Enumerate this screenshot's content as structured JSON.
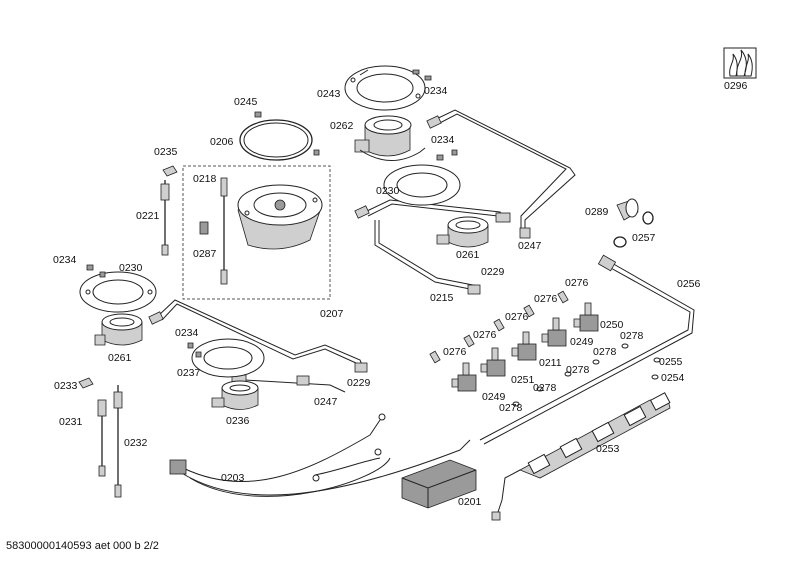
{
  "footer_text": "58300000140593 aet 000 b 2/2",
  "part_labels": {
    "p0296": "0296",
    "p0243": "0243",
    "p0234a": "0234",
    "p0245": "0245",
    "p0262": "0262",
    "p0234b": "0234",
    "p0206": "0206",
    "p0235": "0235",
    "p0218": "0218",
    "p0230a": "0230",
    "p0289": "0289",
    "p0221": "0221",
    "p0257": "0257",
    "p0247a": "0247",
    "p0287": "0287",
    "p0261a": "0261",
    "p0234c": "0234",
    "p0230b": "0230",
    "p0229a": "0229",
    "p0256": "0256",
    "p0276a": "0276",
    "p0215": "0215",
    "p0276b": "0276",
    "p0207": "0207",
    "p0276c": "0276",
    "p0250": "0250",
    "p0234d": "0234",
    "p0276d": "0276",
    "p0278a": "0278",
    "p0261b": "0261",
    "p0249a": "0249",
    "p0278b": "0278",
    "p0276e": "0276",
    "p0237": "0237",
    "p0211": "0211",
    "p0255": "0255",
    "p0251": "0251",
    "p0278c": "0278",
    "p0254": "0254",
    "p0229b": "0229",
    "p0233": "0233",
    "p0278d": "0278",
    "p0249b": "0249",
    "p0247b": "0247",
    "p0278e": "0278",
    "p0231": "0231",
    "p0236": "0236",
    "p0232": "0232",
    "p0253": "0253",
    "p0203": "0203",
    "p0201": "0201"
  }
}
